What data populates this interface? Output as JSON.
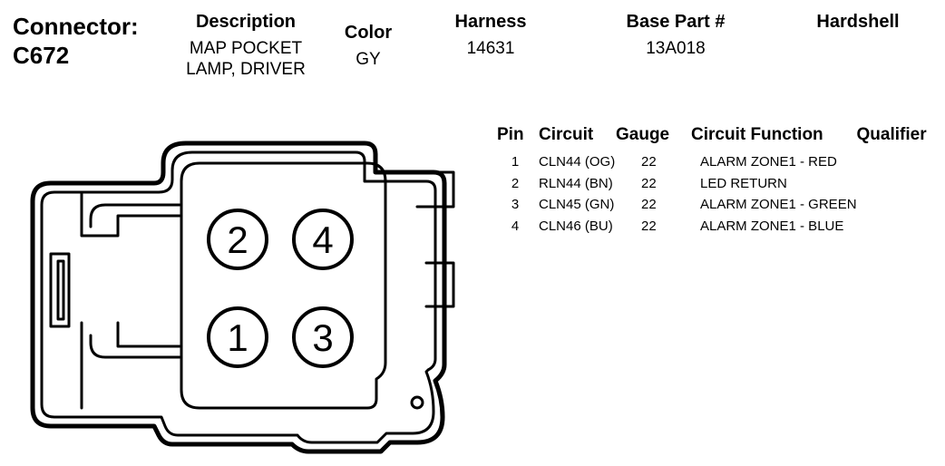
{
  "connector": {
    "label": "Connector:",
    "id": "C672"
  },
  "headers": {
    "description": "Description",
    "color": "Color",
    "harness": "Harness",
    "base_part": "Base Part #",
    "hardshell": "Hardshell"
  },
  "values": {
    "description_line1": "MAP POCKET",
    "description_line2": "LAMP, DRIVER",
    "color": "GY",
    "harness": "14631",
    "base_part": "13A018",
    "hardshell": ""
  },
  "pin_table": {
    "columns": [
      "Pin",
      "Circuit",
      "Gauge",
      "Circuit Function",
      "Qualifier"
    ],
    "rows": [
      {
        "pin": "1",
        "circuit": "CLN44 (OG)",
        "gauge": "22",
        "function": "ALARM ZONE1 - RED",
        "qualifier": ""
      },
      {
        "pin": "2",
        "circuit": "RLN44 (BN)",
        "gauge": "22",
        "function": "LED RETURN",
        "qualifier": ""
      },
      {
        "pin": "3",
        "circuit": "CLN45 (GN)",
        "gauge": "22",
        "function": "ALARM ZONE1 - GREEN",
        "qualifier": ""
      },
      {
        "pin": "4",
        "circuit": "CLN46 (BU)",
        "gauge": "22",
        "function": "ALARM ZONE1 - BLUE",
        "qualifier": ""
      }
    ]
  },
  "diagram": {
    "cavities": [
      {
        "label": "2"
      },
      {
        "label": "4"
      },
      {
        "label": "1"
      },
      {
        "label": "3"
      }
    ],
    "colors": {
      "stroke": "#000000",
      "fill": "#ffffff"
    }
  }
}
